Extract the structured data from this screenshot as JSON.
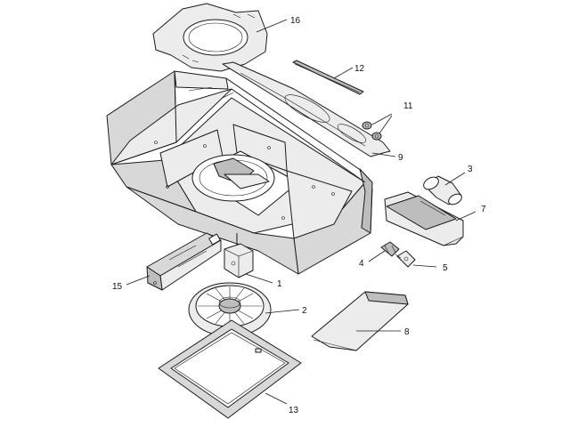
{
  "callouts": {
    "c1": "1",
    "c2": "2",
    "c3": "3",
    "c4": "4",
    "c5": "5",
    "c7": "7",
    "c8": "8",
    "c9": "9",
    "c11": "11",
    "c12": "12",
    "c13": "13",
    "c15": "15",
    "c16": "16"
  }
}
